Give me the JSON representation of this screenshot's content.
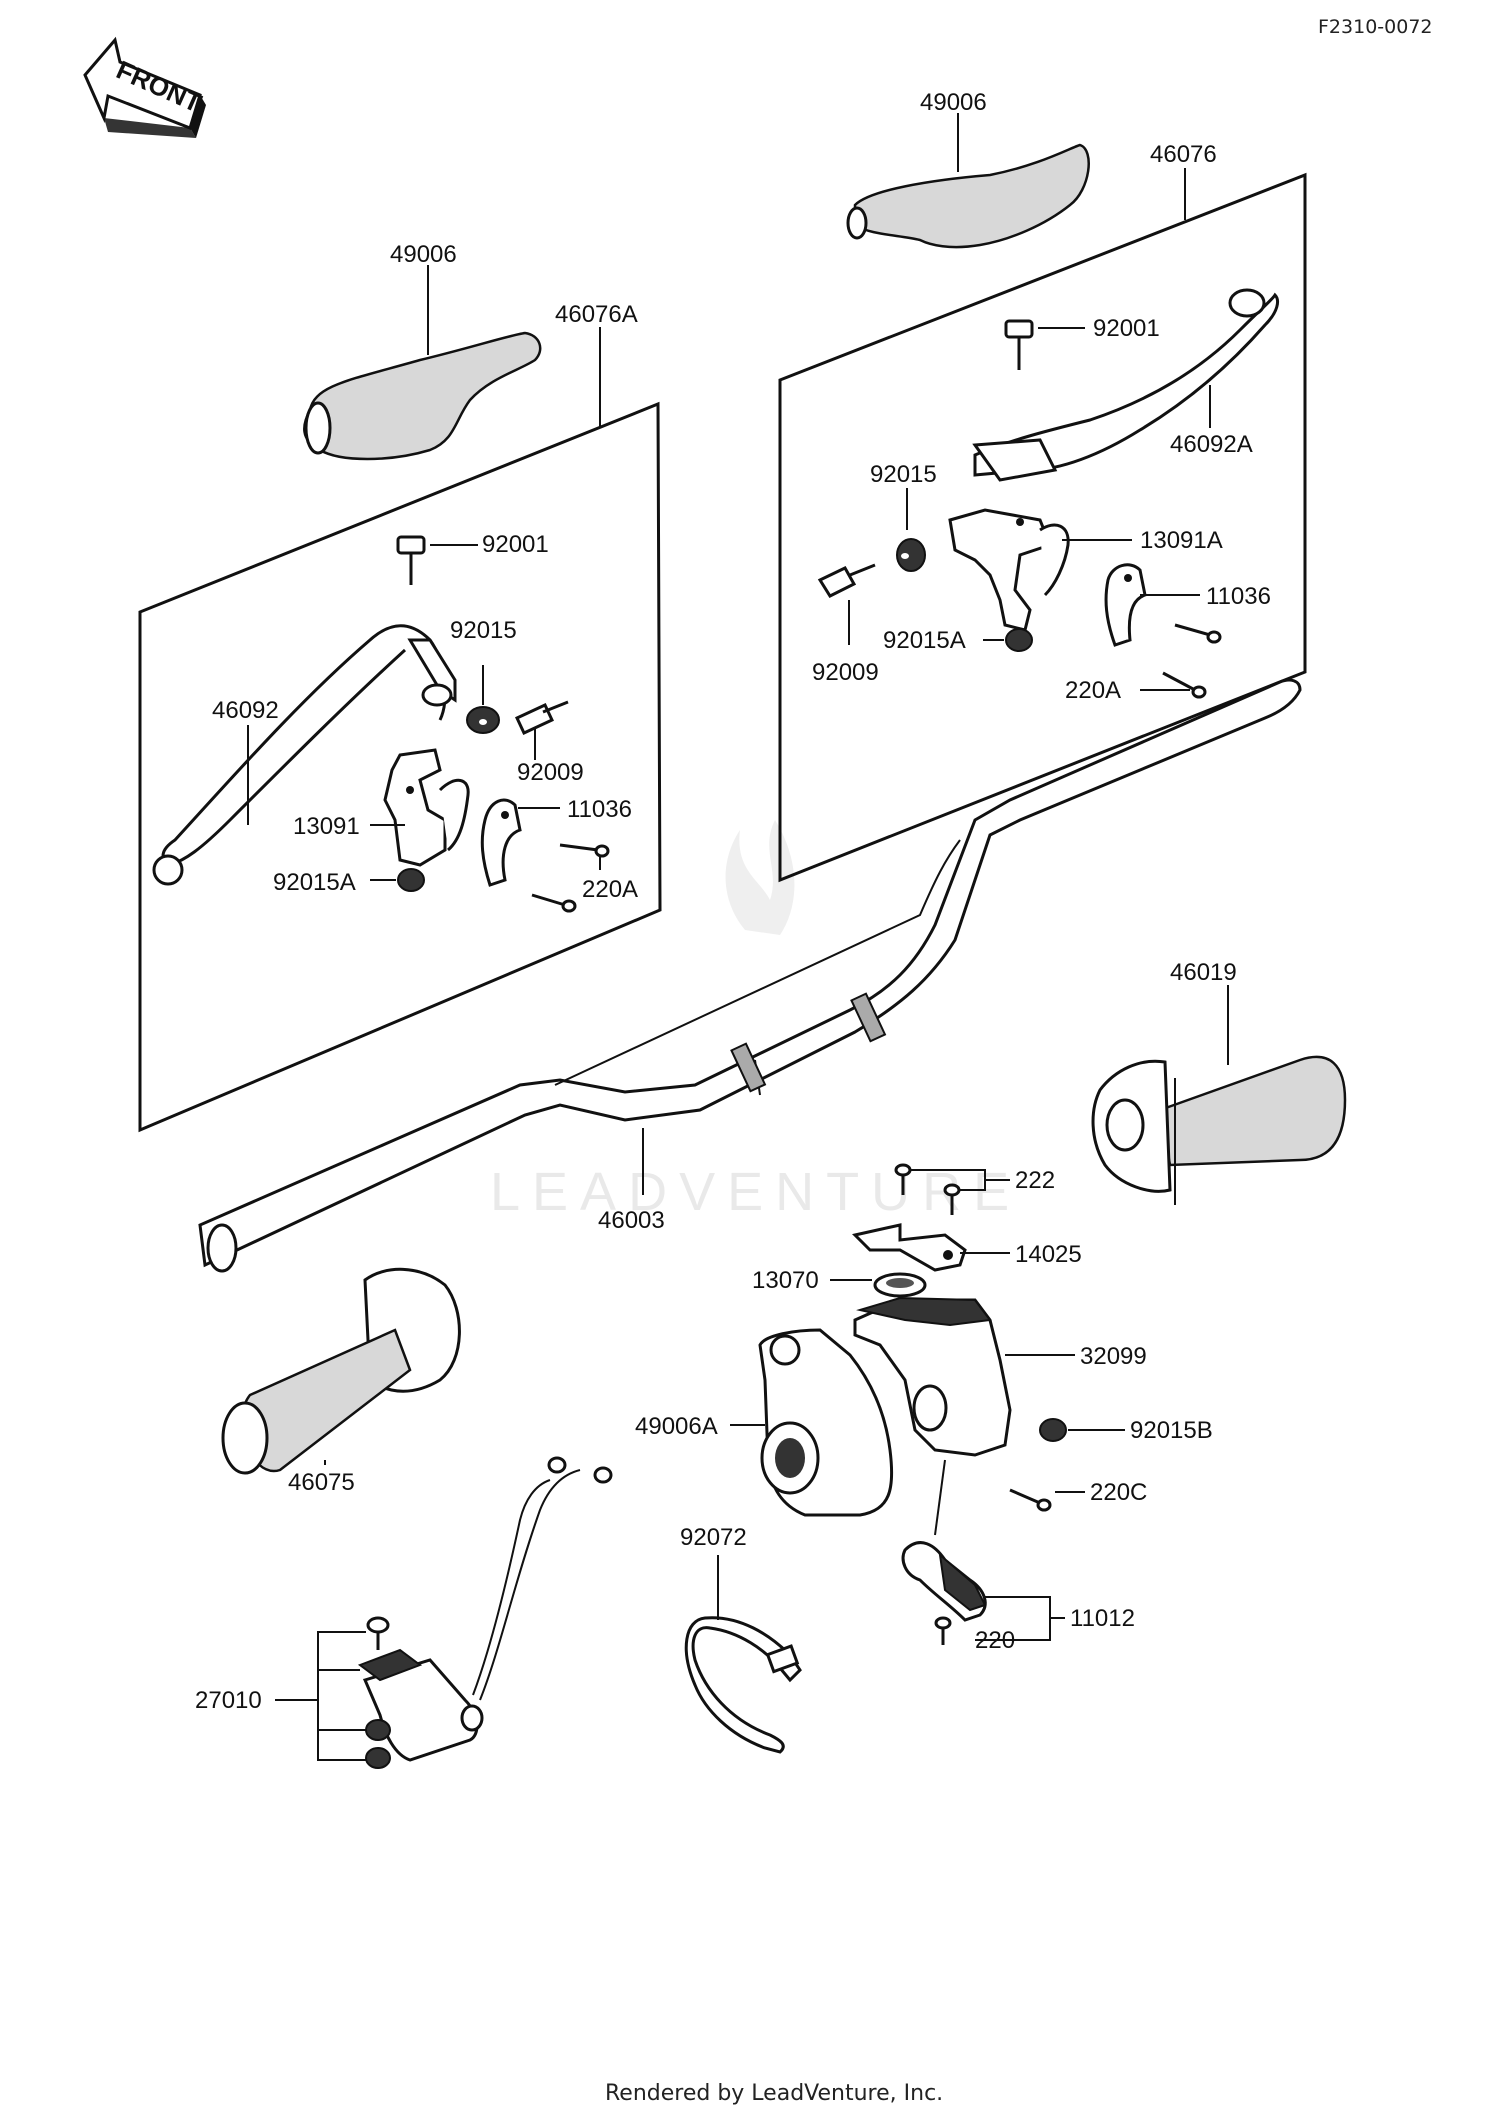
{
  "drawing_id": "F2310-0072",
  "front_arrow_label": "FRONT",
  "watermark": "LEADVENTURE",
  "footer": "Rendered by LeadVenture, Inc.",
  "parts": {
    "p49006_left": "49006",
    "p46076A": "46076A",
    "p92001_left": "92001",
    "p92015_left": "92015",
    "p46092": "46092",
    "p92009_left": "92009",
    "p11036_left": "11036",
    "p13091": "13091",
    "p92015A_left": "92015A",
    "p220A_left": "220A",
    "p49006_right": "49006",
    "p46076": "46076",
    "p92001_right": "92001",
    "p46092A": "46092A",
    "p92015_right": "92015",
    "p13091A": "13091A",
    "p11036_right": "11036",
    "p92015A_right": "92015A",
    "p92009_right": "92009",
    "p220A_right": "220A",
    "p46019": "46019",
    "p46003": "46003",
    "p222": "222",
    "p14025": "14025",
    "p13070": "13070",
    "p32099": "32099",
    "p49006A": "49006A",
    "p92015B": "92015B",
    "p46075": "46075",
    "p220C": "220C",
    "p92072": "92072",
    "p11012": "11012",
    "p220": "220",
    "p27010": "27010"
  }
}
